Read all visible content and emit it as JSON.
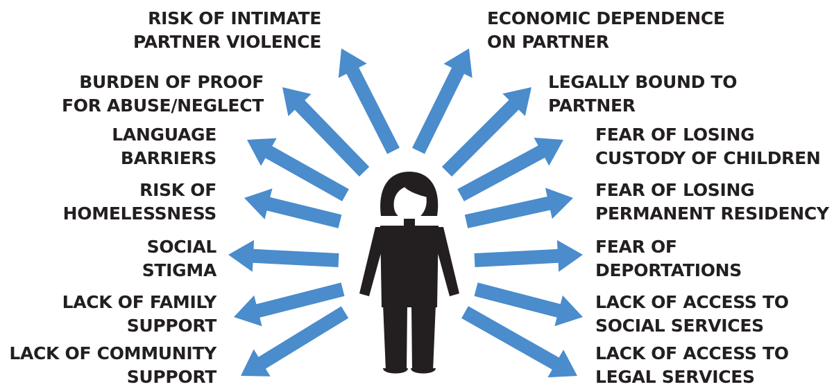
{
  "colors": {
    "arrow": "#4a8ccc",
    "figure": "#231f20",
    "text": "#231f20",
    "background": "#ffffff"
  },
  "center_icon": "woman-figure-icon",
  "left_labels": [
    {
      "line1": "RISK OF INTIMATE",
      "line2": "PARTNER VIOLENCE"
    },
    {
      "line1": "BURDEN OF PROOF",
      "line2": "FOR ABUSE/NEGLECT"
    },
    {
      "line1": "LANGUAGE",
      "line2": "BARRIERS"
    },
    {
      "line1": "RISK OF",
      "line2": "HOMELESSNESS"
    },
    {
      "line1": "SOCIAL",
      "line2": "STIGMA"
    },
    {
      "line1": "LACK OF FAMILY",
      "line2": "SUPPORT"
    },
    {
      "line1": "LACK OF COMMUNITY",
      "line2": "SUPPORT"
    }
  ],
  "right_labels": [
    {
      "line1": "ECONOMIC DEPENDENCE",
      "line2": "ON PARTNER"
    },
    {
      "line1": "LEGALLY BOUND TO",
      "line2": "PARTNER"
    },
    {
      "line1": "FEAR OF LOSING",
      "line2": "CUSTODY OF CHILDREN"
    },
    {
      "line1": "FEAR OF LOSING",
      "line2": "PERMANENT RESIDENCY"
    },
    {
      "line1": "FEAR OF",
      "line2": "DEPORTATIONS"
    },
    {
      "line1": "LACK OF ACCESS TO",
      "line2": "SOCIAL SERVICES"
    },
    {
      "line1": "LACK OF ACCESS TO",
      "line2": "LEGAL SERVICES"
    }
  ]
}
